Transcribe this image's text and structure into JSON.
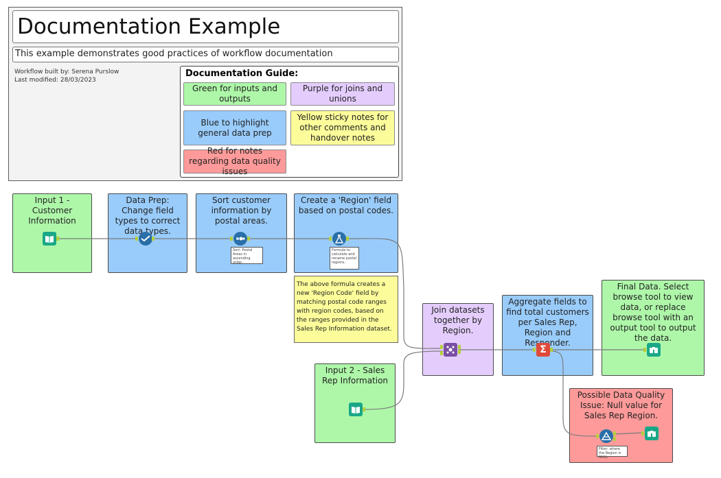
{
  "header": {
    "title": "Documentation Example",
    "subtitle": "This example demonstrates good practices of workflow documentation",
    "built_by": "Workflow built by: Serena Purslow",
    "last_modified": "Last modified: 28/03/2023"
  },
  "guide": {
    "title": "Documentation Guide:",
    "green": "Green for inputs and outputs",
    "purple": "Purple for joins and unions",
    "blue": "Blue to highlight general data prep",
    "yellow": "Yellow sticky notes for other comments and handover notes",
    "red": "Red for notes regarding data quality issues"
  },
  "containers": {
    "input1": "Input 1 - Customer Information",
    "dataprep": "Data Prep: Change field types to correct data types.",
    "sort": "Sort customer information by postal areas.",
    "region": "Create a 'Region' field based on postal codes.",
    "join": "Join datasets together by Region.",
    "aggregate": "Aggregate fields to find total customers per Sales Rep, Region and Responder.",
    "final": "Final Data. Select browse tool to view data, or replace browse tool with an output tool to output the data.",
    "input2": "Input 2 - Sales Rep Information",
    "dq": "Possible Data Quality Issue: Null value for Sales Rep Region."
  },
  "sticky_note": "The above formula creates a new 'Region Code' field by matching postal code ranges with region codes, based on the ranges provided in the Sales Rep Information dataset.",
  "annotations": {
    "sort": "Sort: Postal Areas in ascending order.",
    "formula": "Formula to calculate and rename postal regions.",
    "filter": "Filter: where the Region is NULL."
  },
  "colors": {
    "green": "#aef7a9",
    "blue": "#99ccfb",
    "purple": "#e4cdfd",
    "red": "#fe9a9a",
    "yellow": "#fcfc9a",
    "io_tool": "#19a887",
    "prep_tool": "#2a6fa8",
    "join_tool": "#7a4fa3",
    "transform_tool": "#e04a3a"
  },
  "tools": {
    "input1": "input-book-icon",
    "select": "select-check-icon",
    "sort": "sort-dots-icon",
    "formula": "formula-flask-icon",
    "join": "join-icon",
    "summarize": "summarize-sigma-icon",
    "browse_final": "browse-binoculars-icon",
    "input2": "input-book-icon",
    "filter": "filter-triangle-icon",
    "browse_dq": "browse-binoculars-icon"
  }
}
